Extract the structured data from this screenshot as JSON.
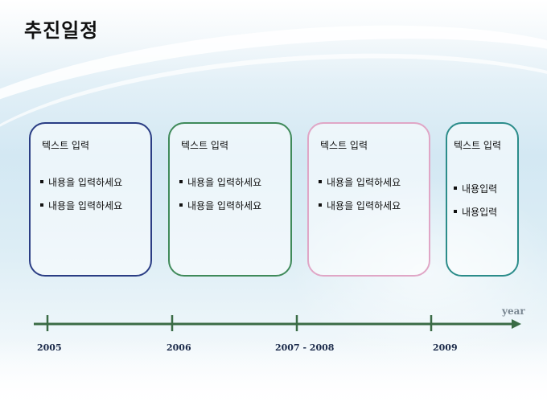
{
  "slide": {
    "title": "추진일정",
    "cards": [
      {
        "heading": "텍스트 입력",
        "items": [
          "내용을 입력하세요",
          "내용을 입력하세요"
        ],
        "border_color": "#2a3d84"
      },
      {
        "heading": "텍스트 입력",
        "items": [
          "내용을 입력하세요",
          "내용을 입력하세요"
        ],
        "border_color": "#3f8a5a"
      },
      {
        "heading": "텍스트 입력",
        "items": [
          "내용을 입력하세요",
          "내용을 입력하세요"
        ],
        "border_color": "#e0a6c6"
      },
      {
        "heading": "텍스트 입력",
        "items": [
          "내용입력",
          "내용입력"
        ],
        "border_color": "#2b8c8a"
      }
    ],
    "timeline": {
      "axis_label": "year",
      "years": [
        "2005",
        "2006",
        "2007 - 2008",
        "2009"
      ],
      "line_color": "#3a6b45"
    }
  }
}
